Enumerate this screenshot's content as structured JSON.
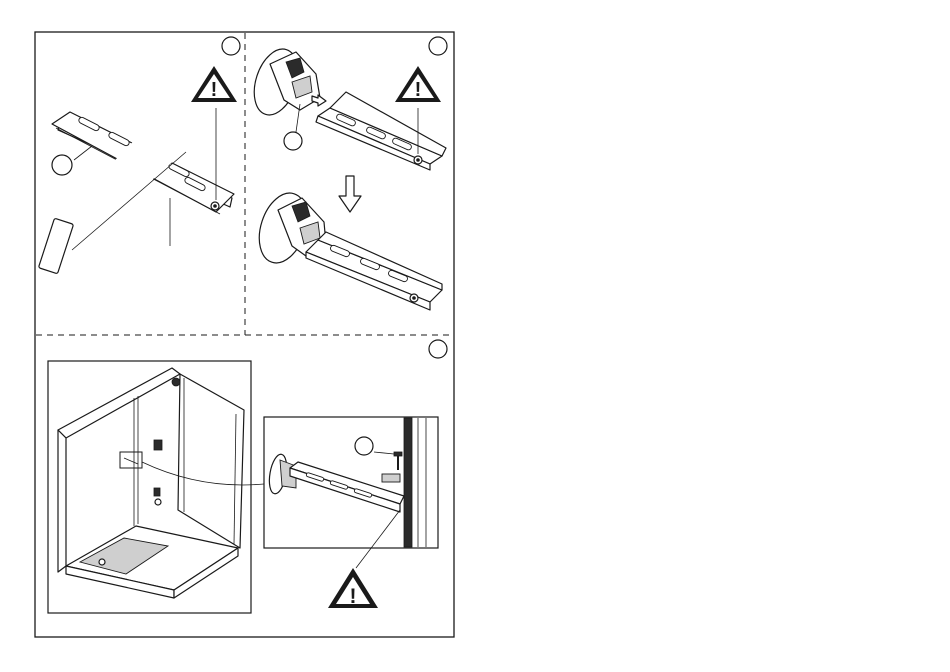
{
  "step_markers": [
    {
      "id": "step-1-marker",
      "label": ""
    },
    {
      "id": "step-2-marker",
      "label": ""
    },
    {
      "id": "step-3-marker",
      "label": ""
    }
  ],
  "callouts": [
    {
      "id": "callout-hacksaw",
      "label": ""
    },
    {
      "id": "callout-holder",
      "label": ""
    },
    {
      "id": "callout-screw",
      "label": ""
    }
  ],
  "warnings": [
    {
      "id": "warning-cut-rail",
      "symbol": "!"
    },
    {
      "id": "warning-attach-rail",
      "symbol": "!"
    },
    {
      "id": "warning-fix-rail",
      "symbol": "!"
    }
  ],
  "colors": {
    "line": "#1a1a1a",
    "background": "#ffffff",
    "fill_dark": "#2b2b2b"
  }
}
